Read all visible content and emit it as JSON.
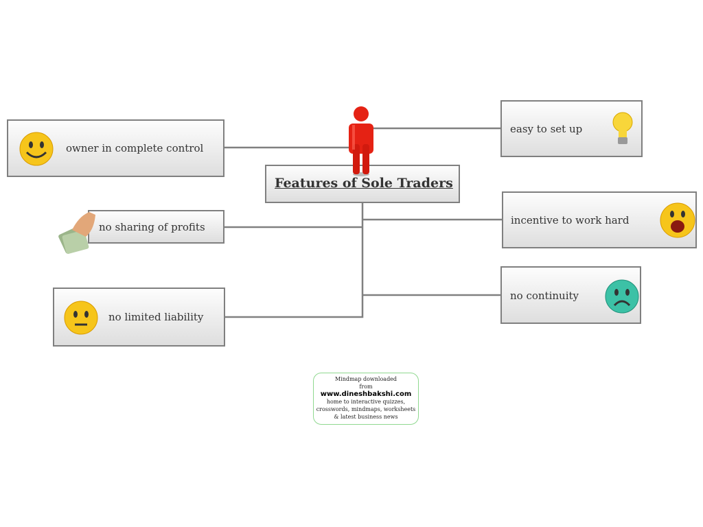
{
  "central": {
    "title": "Features of Sole Traders"
  },
  "branches": [
    {
      "label": "owner in complete control",
      "icon": "smiley-happy-icon"
    },
    {
      "label": "no sharing of profits",
      "icon": "hand-money-icon"
    },
    {
      "label": "no limited liability",
      "icon": "smiley-neutral-icon"
    },
    {
      "label": "easy to set up",
      "icon": "lightbulb-icon"
    },
    {
      "label": "incentive to work hard",
      "icon": "smiley-surprised-icon"
    },
    {
      "label": "no continuity",
      "icon": "smiley-sad-icon"
    }
  ],
  "credit": {
    "line1": "Mindmap downloaded",
    "line2": "from",
    "url": "www.dineshbakshi.com",
    "line3": "home to interactive quizzes,",
    "line4": "crosswords, mindmaps, worksheets",
    "line5": "& latest business news"
  }
}
